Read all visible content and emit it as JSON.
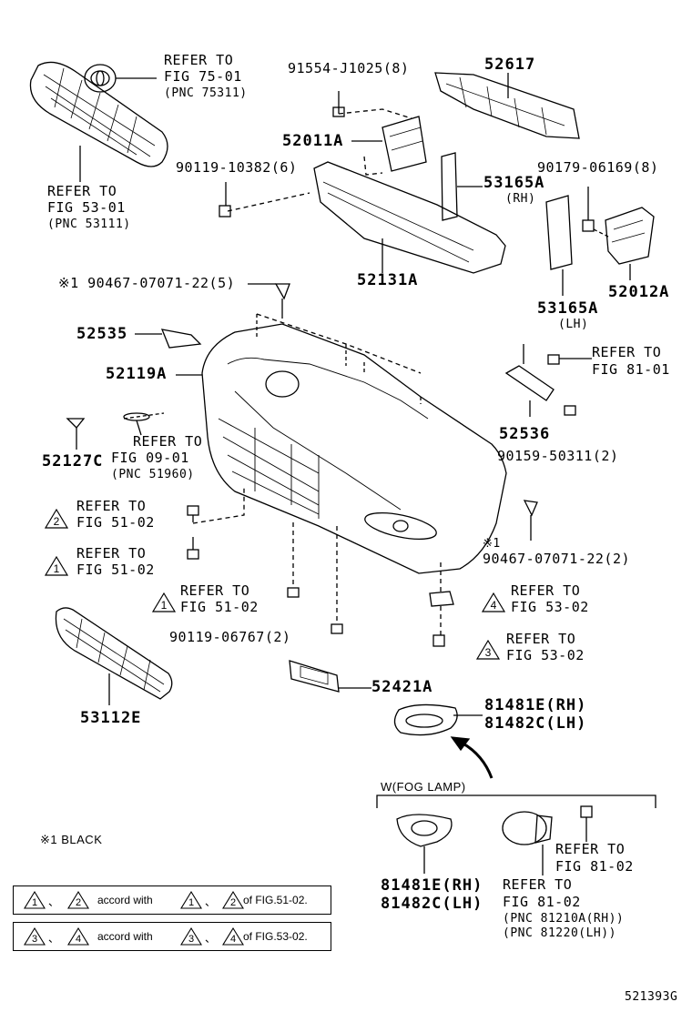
{
  "labels": {
    "refer_75_01_a": "REFER TO",
    "refer_75_01_b": "FIG 75-01",
    "refer_75_01_c": "(PNC 75311)",
    "part_91554": "91554-J1025(8)",
    "part_52617": "52617",
    "part_52011a": "52011A",
    "part_90119_10382": "90119-10382(6)",
    "part_90179": "90179-06169(8)",
    "part_53165a_rh": "53165A",
    "part_53165a_rh_side": "(RH)",
    "refer_53_01_a": "REFER TO",
    "refer_53_01_b": "FIG 53-01",
    "refer_53_01_c": "(PNC 53111)",
    "part_52131a": "52131A",
    "part_52012a": "52012A",
    "part_90467_top": "※1 90467-07071-22(5)",
    "part_53165a_lh": "53165A",
    "part_53165a_lh_side": "(LH)",
    "part_52535": "52535",
    "refer_81_01_a": "REFER TO",
    "refer_81_01_b": "FIG 81-01",
    "part_52119a": "52119A",
    "part_52536": "52536",
    "refer_09_01_a": "REFER TO",
    "refer_09_01_b": "FIG 09-01",
    "refer_09_01_c": "(PNC 51960)",
    "part_52127c": "52127C",
    "part_90159": "90159-50311(2)",
    "refer_51_02_a1": "REFER TO",
    "refer_51_02_a2": "FIG 51-02",
    "refer_51_02_b1": "REFER TO",
    "refer_51_02_b2": "FIG 51-02",
    "part_90467_bottom_mark": "※1",
    "part_90467_bottom": "90467-07071-22(2)",
    "refer_51_02_c1": "REFER TO",
    "refer_51_02_c2": "FIG 51-02",
    "refer_53_02_a1": "REFER TO",
    "refer_53_02_a2": "FIG 53-02",
    "part_90119_06767": "90119-06767(2)",
    "refer_53_02_b1": "REFER TO",
    "refer_53_02_b2": "FIG 53-02",
    "part_52421a": "52421A",
    "part_53112e": "53112E",
    "part_81481e": "81481E(RH)",
    "part_81482c": "81482C(LH)",
    "fog_lamp": "W(FOG LAMP)",
    "note_black": "※1 BLACK",
    "refer_81_02_a1": "REFER TO",
    "refer_81_02_a2": "FIG 81-02",
    "part_81481e_b": "81481E(RH)",
    "part_81482c_b": "81482C(LH)",
    "refer_81_02_b1": "REFER TO",
    "refer_81_02_b2": "FIG 81-02",
    "refer_81_02_b3": "(PNC 81210A(RH))",
    "refer_81_02_b4": "(PNC 81220(LH))",
    "diagram_id": "521393G"
  },
  "triangles": {
    "t1": "2",
    "t2": "1",
    "t3": "1",
    "t4": "4",
    "t5": "3"
  },
  "legend": {
    "row1": {
      "a": "1",
      "b": "2",
      "sep": "、",
      "mid": "accord with",
      "c": "1",
      "d": "2",
      "tail": "of FIG.51-02."
    },
    "row2": {
      "a": "3",
      "b": "4",
      "sep": "、",
      "mid": "accord with",
      "c": "3",
      "d": "4",
      "tail": "of FIG.53-02."
    }
  }
}
